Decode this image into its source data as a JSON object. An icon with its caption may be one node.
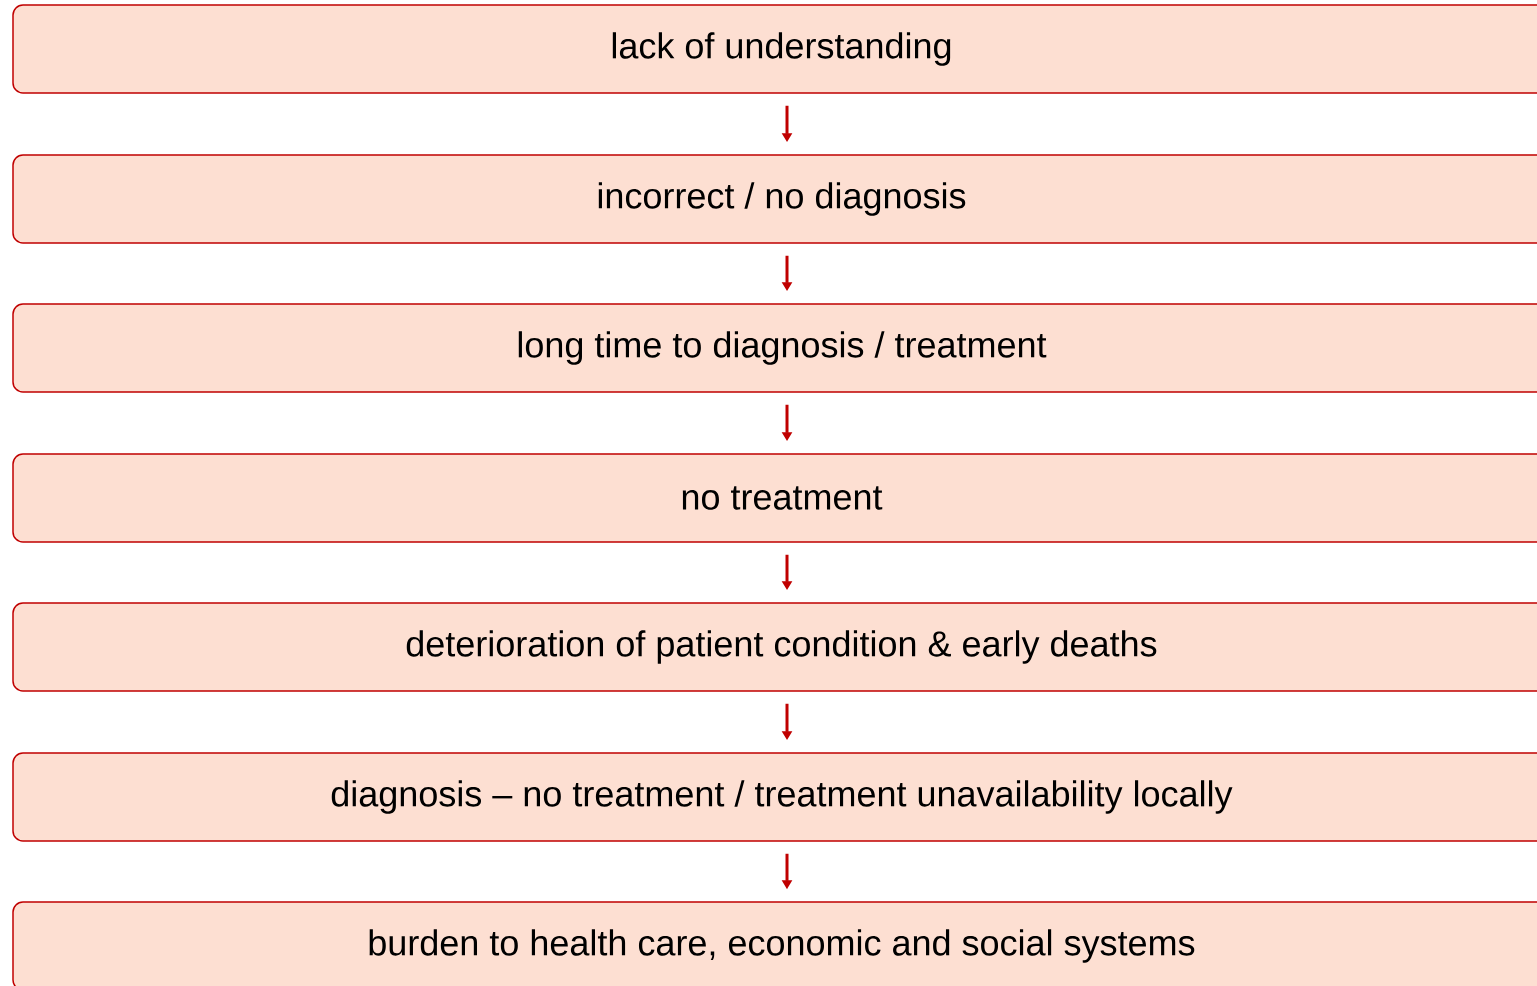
{
  "diagram": {
    "nodes": [
      {
        "text": [
          "lack of understanding"
        ]
      },
      {
        "text": [
          "incorrect / no diagnosis"
        ]
      },
      {
        "text": [
          "long time to diagnosis / treatment"
        ]
      },
      {
        "text": [
          "no treatment"
        ]
      },
      {
        "text": [
          "deterioration of patient condition & early deaths"
        ]
      },
      {
        "text": [
          "diagnosis – no treatment / treatment unavailability locally"
        ]
      },
      {
        "text": [
          "burden to health care, economic and social systems"
        ]
      }
    ],
    "edges": [
      {
        "from": 0,
        "to": 1,
        "arrow": "to"
      },
      {
        "from": 1,
        "to": 2,
        "arrow": "to"
      },
      {
        "from": 2,
        "to": 3,
        "arrow": "to"
      },
      {
        "from": 3,
        "to": 4,
        "arrow": "to"
      },
      {
        "from": 4,
        "to": 5,
        "arrow": "to"
      },
      {
        "from": 5,
        "to": 6,
        "arrow": "to"
      }
    ]
  }
}
